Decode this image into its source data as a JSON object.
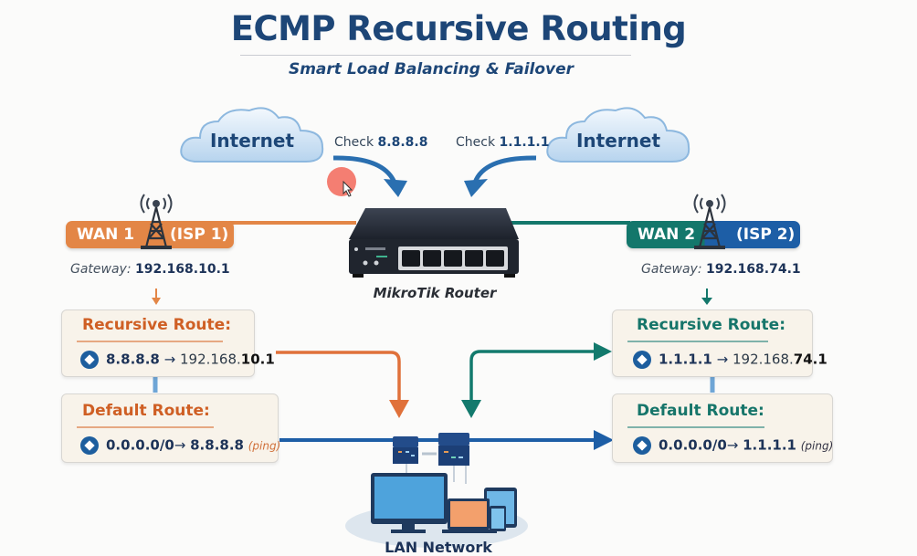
{
  "header": {
    "title": "ECMP Recursive Routing",
    "subtitle": "Smart Load Balancing & Failover"
  },
  "clouds": [
    {
      "label": "Internet"
    },
    {
      "label": "Internet"
    }
  ],
  "checks": [
    {
      "prefix": "Check ",
      "target": "8.8.8.8"
    },
    {
      "prefix": "Check ",
      "target": "1.1.1.1"
    }
  ],
  "router": {
    "label": "MikroTik Router",
    "port_count": 5
  },
  "wan": [
    {
      "name": "WAN 1",
      "isp": "(ISP 1)",
      "gateway_key": "Gateway:",
      "gateway_value": "192.168.10.1",
      "color": "#e38646",
      "isp_color": "#e38646",
      "recursive": {
        "title": "Recursive Route:",
        "target": "8.8.8.8",
        "arrow": "→",
        "gw_prefix": "192.168.",
        "gw_suffix": "10.1"
      },
      "default": {
        "title": "Default Route:",
        "dest": "0.0.0.0/0",
        "arrow": "→",
        "via": "8.8.8.8",
        "note": "(ping)"
      },
      "title_color": "#cf5f24"
    },
    {
      "name": "WAN 2",
      "isp": "(ISP 2)",
      "gateway_key": "Gateway:",
      "gateway_value": "192.168.74.1",
      "color": "#13776b",
      "isp_color": "#1d5ea6",
      "recursive": {
        "title": "Recursive Route:",
        "target": "1.1.1.1",
        "arrow": "→",
        "gw_prefix": "192.168.",
        "gw_suffix": "74.1"
      },
      "default": {
        "title": "Default Route:",
        "dest": "0.0.0.0/0",
        "arrow": "→",
        "via": "1.1.1.1",
        "note": "(ping)"
      },
      "title_color": "#16756a"
    }
  ],
  "lan": {
    "label": "LAN Network"
  },
  "colors": {
    "title": "#1d4677",
    "wan1": "#e38646",
    "wan2": "#13776b",
    "isp2": "#1d5ea6",
    "lan_line": "#1d5ea6",
    "check_arrow": "#2a6fb0"
  },
  "cursor": {
    "highlight_color": "#f47e72"
  }
}
